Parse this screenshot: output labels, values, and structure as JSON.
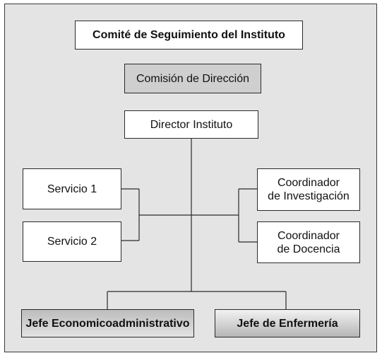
{
  "org_chart": {
    "committee": "Comité de Seguimiento del Instituto",
    "commission": "Comisión de Dirección",
    "director": "Director Instituto",
    "services": [
      "Servicio 1",
      "Servicio 2"
    ],
    "coordinators": [
      {
        "line1": "Coordinador",
        "line2": "de Investigación"
      },
      {
        "line1": "Coordinador",
        "line2": "de Docencia"
      }
    ],
    "chiefs": [
      "Jefe Economicoadministrativo",
      "Jefe de Enfermería"
    ]
  }
}
